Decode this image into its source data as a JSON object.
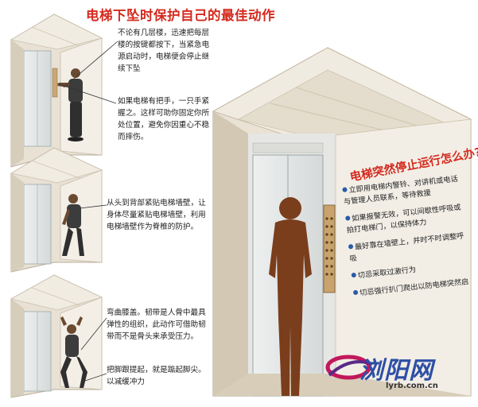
{
  "title": "电梯下坠时保护自己的最佳动作",
  "notes": [
    "不论有几层楼，迅速把每层楼的按键都按下，当紧急电源启动时，电梯便会停止继续下坠",
    "如果电梯有把手，一只手紧握之。这样可助你固定你所处位置，避免你因重心不稳而摔伤。",
    "从头到背部紧贴电梯墙壁，让身体尽量紧贴电梯墙壁，利用电梯墙壁作为脊椎的防护。",
    "弯曲膝盖。韧带是人骨中最具弹性的组织，此动作可借助韧带而不是骨头来承受压力。",
    "把脚跟提起，就是踮起脚尖。以减缓冲力"
  ],
  "panel": {
    "heading": "电梯突然停止运行怎么办?",
    "tips": [
      "立即用电梯内警铃、对讲机或电话与管理人员联系，等待救援",
      "如果报警无效，可以间歇性呼吸或拍打电梯门，以保持体力",
      "最好靠在墙壁上，并时不时调整呼吸",
      "切忌采取过激行为",
      "切忌强行扒门爬出以防电梯突然启动"
    ]
  },
  "brand": {
    "name": "浏阳网",
    "url": "lyrb.com.cn"
  },
  "colors": {
    "title": "#d42a1e",
    "panel_heading": "#d42a1e",
    "bullet": "#2b5aa8",
    "silhouette": "#7a3e1c"
  }
}
